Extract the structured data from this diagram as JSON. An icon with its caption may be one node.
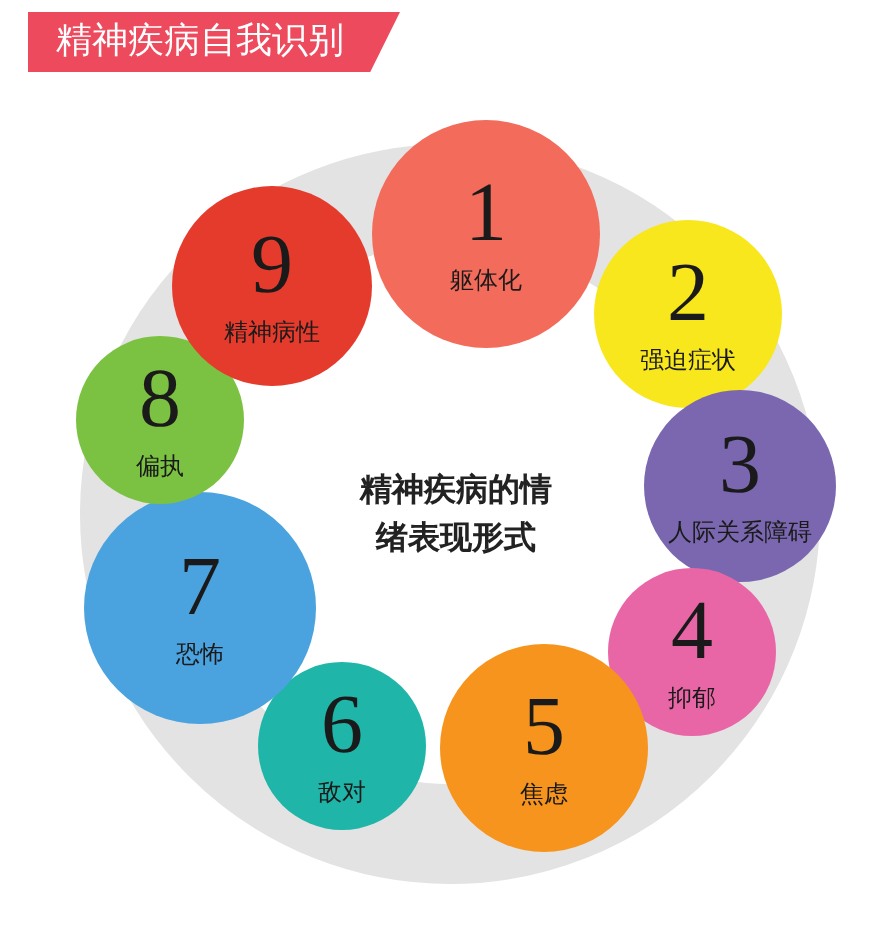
{
  "diagram": {
    "title": "精神疾病自我识别",
    "nodes": [
      {
        "text": [
          "精神疾病的情绪表现形式"
        ]
      },
      {
        "text": [
          "1",
          "躯体化"
        ]
      },
      {
        "text": [
          "2",
          "强迫症状"
        ]
      },
      {
        "text": [
          "3",
          "人际关系障碍"
        ]
      },
      {
        "text": [
          "4",
          "抑郁"
        ]
      },
      {
        "text": [
          "5",
          "焦虑"
        ]
      },
      {
        "text": [
          "6",
          "敌对"
        ]
      },
      {
        "text": [
          "7",
          "恐怖"
        ]
      },
      {
        "text": [
          "8",
          "偏执"
        ]
      },
      {
        "text": [
          "9",
          "精神病性"
        ]
      }
    ]
  }
}
